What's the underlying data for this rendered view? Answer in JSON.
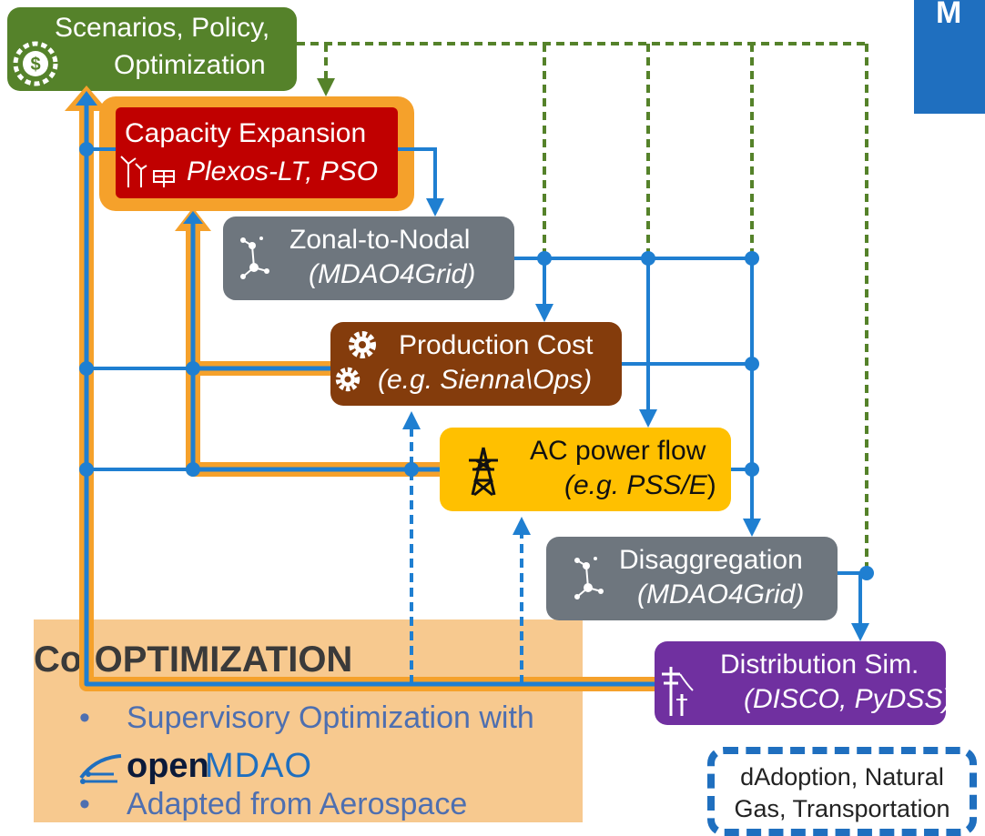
{
  "corner": {
    "text": "M"
  },
  "scenarios": {
    "line1": "Scenarios, Policy,",
    "line2": "Optimization"
  },
  "capacity": {
    "title": "Capacity Expansion",
    "tool": "Plexos-LT, PSO"
  },
  "zonal": {
    "title": "Zonal-to-Nodal",
    "tool": "(MDAO4Grid)"
  },
  "production": {
    "title": "Production Cost",
    "tool": "(e.g. Sienna\\Ops)"
  },
  "acflow": {
    "title": "AC power flow",
    "tool": "(e.g. PSS/E",
    "tool_suffix": ")"
  },
  "disagg": {
    "title": "Disaggregation",
    "tool": "(MDAO4Grid)"
  },
  "distsim": {
    "title": "Distribution Sim.",
    "tool": "(DISCO, PyDSS)"
  },
  "coopt": {
    "heading": "Co-OPTIMIZATION",
    "bullet1": "Supervisory Optimization with",
    "logo_prefix": "open",
    "logo_suffix": "MDAO",
    "bullet2": "Adapted from Aerospace"
  },
  "dadoption": {
    "line1": "dAdoption, Natural",
    "line2": "Gas, Transportation"
  },
  "colors": {
    "blue": "#1f7fd1",
    "orange": "#f5a12b",
    "green": "#55822a",
    "red": "#c00000",
    "gray": "#6e767e",
    "brown": "#843c0c",
    "yellow": "#ffc000",
    "purple": "#7030a0"
  }
}
